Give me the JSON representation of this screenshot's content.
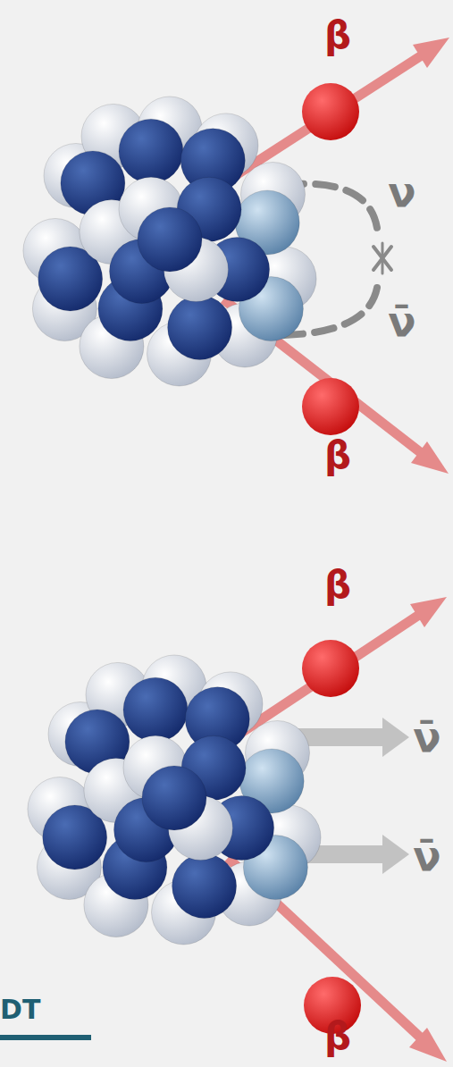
{
  "diagram": {
    "labels": [
      "β",
      "ν",
      "ν̄",
      "β",
      "β",
      "ν̄",
      "ν̄",
      "β",
      "DT"
    ]
  }
}
